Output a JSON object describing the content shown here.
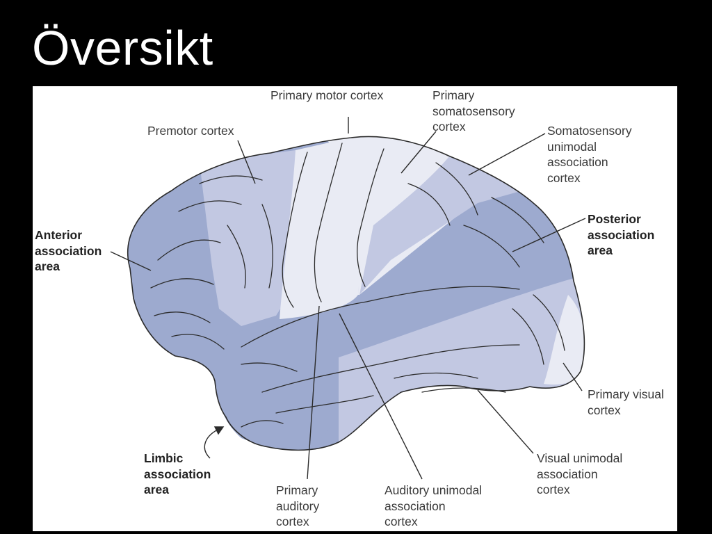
{
  "slide": {
    "title": "Översikt"
  },
  "figure": {
    "colors": {
      "background": "#ffffff",
      "association_area": "#9daacf",
      "unimodal_area": "#c2c8e2",
      "primary_area": "#e9ebf4",
      "sulci_lines": "#2b2b2b"
    },
    "labels": {
      "primary_motor": [
        "Primary motor cortex"
      ],
      "primary_somatosensory": [
        "Primary",
        "somatosensory",
        "cortex"
      ],
      "premotor": [
        "Premotor cortex"
      ],
      "somatosensory_unimodal": [
        "Somatosensory",
        "unimodal",
        "association",
        "cortex"
      ],
      "anterior_association": [
        "Anterior",
        "association",
        "area"
      ],
      "posterior_association": [
        "Posterior",
        "association",
        "area"
      ],
      "primary_visual": [
        "Primary visual",
        "cortex"
      ],
      "limbic_association": [
        "Limbic",
        "association",
        "area"
      ],
      "visual_unimodal": [
        "Visual unimodal",
        "association",
        "cortex"
      ],
      "primary_auditory": [
        "Primary",
        "auditory",
        "cortex"
      ],
      "auditory_unimodal": [
        "Auditory unimodal",
        "association",
        "cortex"
      ]
    }
  }
}
